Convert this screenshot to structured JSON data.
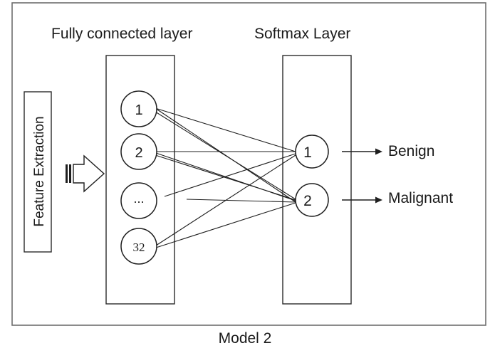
{
  "diagram": {
    "fc_layer_title": "Fully connected layer",
    "softmax_layer_title": "Softmax Layer",
    "input_label": "Feature Extraction",
    "fc_nodes": [
      "1",
      "2",
      "...",
      "32"
    ],
    "softmax_nodes": [
      "1",
      "2"
    ],
    "outputs": [
      "Benign",
      "Malignant"
    ],
    "caption": "Model 2"
  }
}
